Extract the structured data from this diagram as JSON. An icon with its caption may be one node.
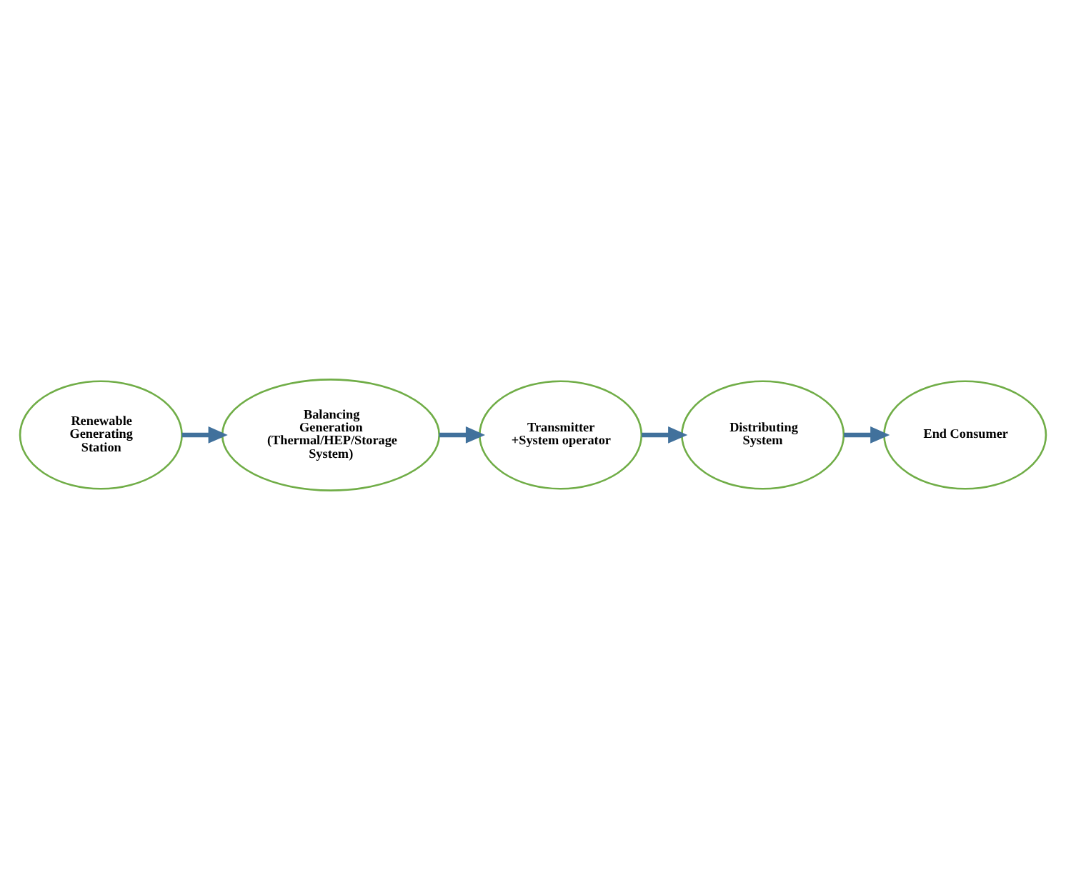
{
  "diagram": {
    "nodes": [
      {
        "text": [
          "Renewable Generating Station"
        ]
      },
      {
        "text": [
          "Balancing Generation (Thermal/HEP/Storage System)"
        ]
      },
      {
        "text": [
          "Transmitter +System operator"
        ]
      },
      {
        "text": [
          "Distributing System"
        ]
      },
      {
        "text": [
          "End Consumer"
        ]
      }
    ],
    "edges": [
      {
        "from": 0,
        "to": 1,
        "arrow": "to"
      },
      {
        "from": 1,
        "to": 2,
        "arrow": "to"
      },
      {
        "from": 2,
        "to": 3,
        "arrow": "to"
      },
      {
        "from": 3,
        "to": 4,
        "arrow": "to"
      }
    ]
  }
}
